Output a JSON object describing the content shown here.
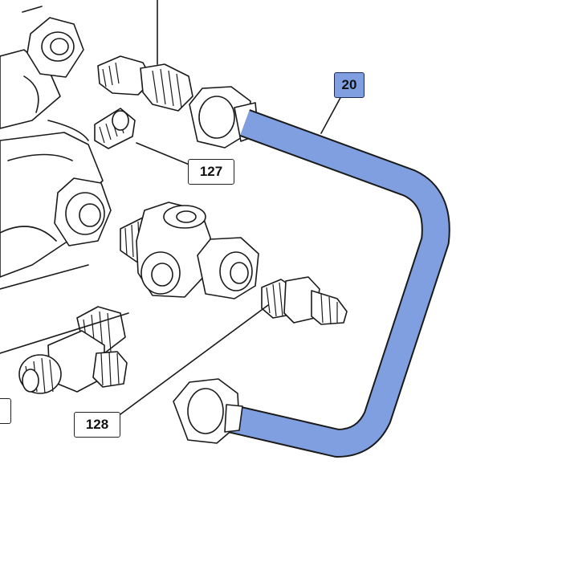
{
  "callouts": {
    "pipe": "20",
    "union_127": "127",
    "union_128": "128",
    "edge_cut": ""
  },
  "colors": {
    "highlight_pipe": "#7f9fe0",
    "highlight_label": "#7f9fe0",
    "linework": "#1a1a1a",
    "background": "#ffffff"
  }
}
